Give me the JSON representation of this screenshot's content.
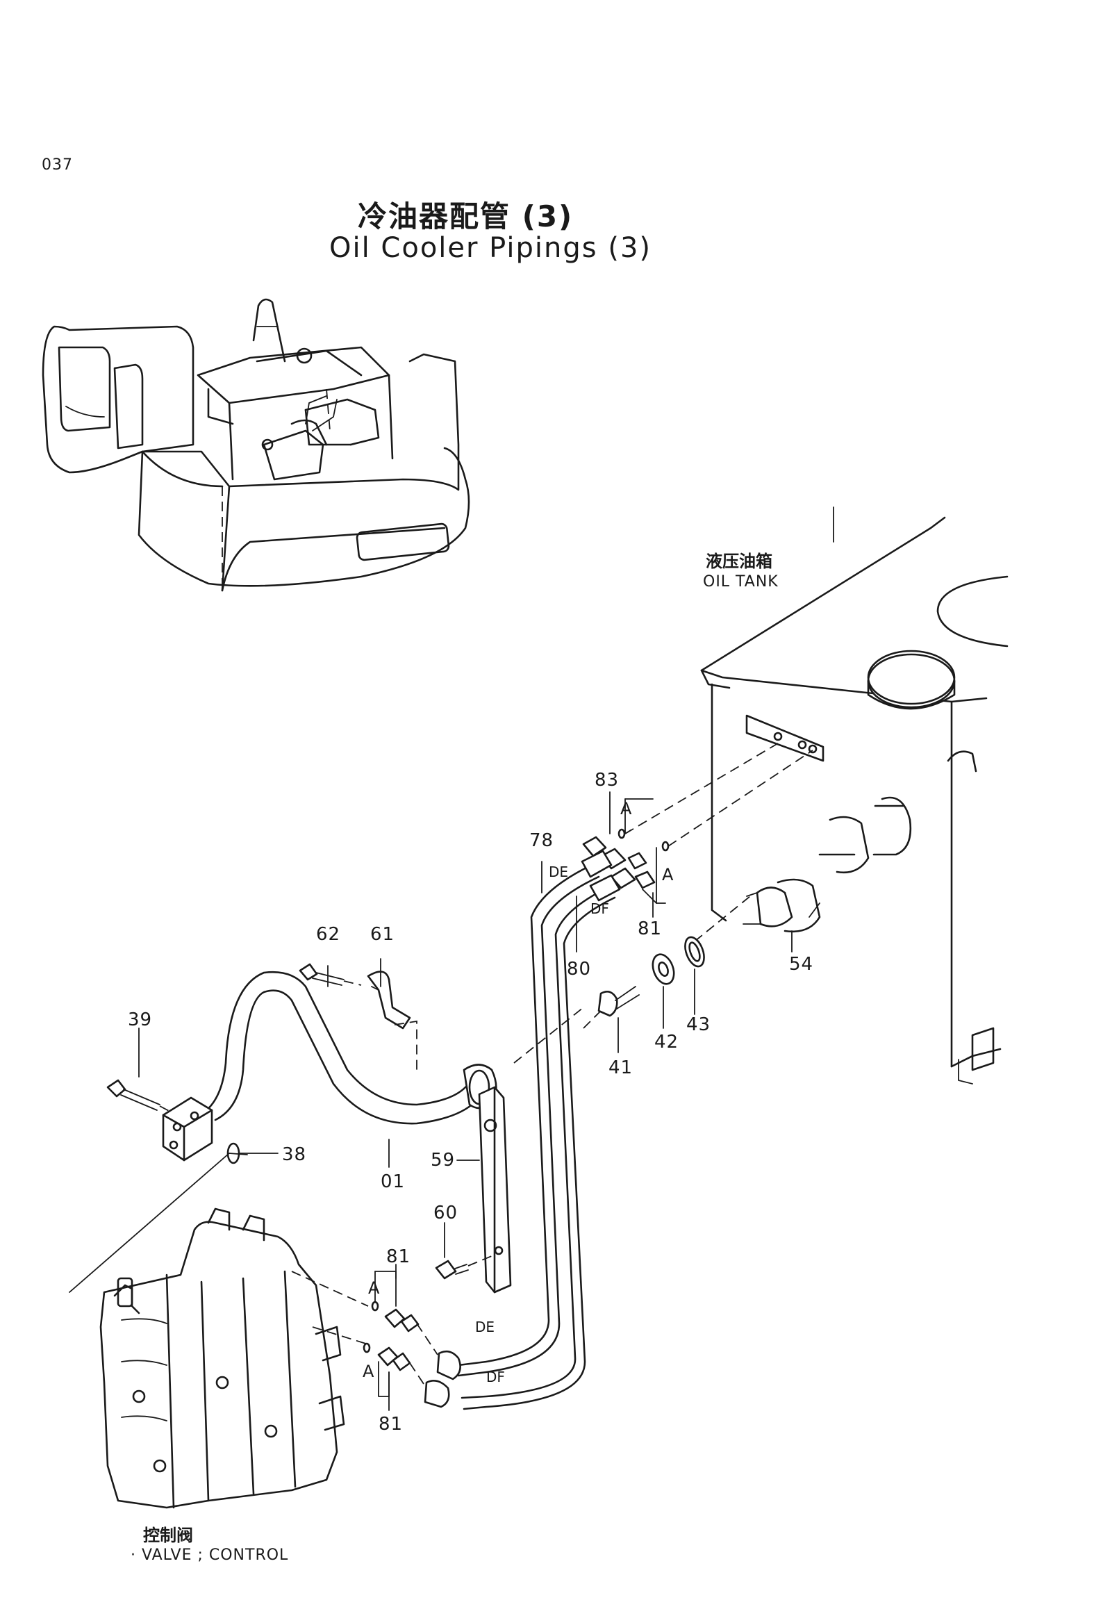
{
  "page": {
    "number": "037",
    "title_cn": "冷油器配管 (3)",
    "title_en": "Oil Cooler Pipings (3)"
  },
  "labels": {
    "oil_tank_cn": "液压油箱",
    "oil_tank_en": "OIL TANK",
    "valve_cn": "控制阀",
    "valve_en": "· VALVE ; CONTROL"
  },
  "ports": {
    "de": "DE",
    "df": "DF",
    "a": "A"
  },
  "parts": [
    {
      "id": "p83",
      "no": "83"
    },
    {
      "id": "p78",
      "no": "78"
    },
    {
      "id": "p81a",
      "no": "81"
    },
    {
      "id": "p80",
      "no": "80"
    },
    {
      "id": "p54",
      "no": "54"
    },
    {
      "id": "p62",
      "no": "62"
    },
    {
      "id": "p61",
      "no": "61"
    },
    {
      "id": "p39",
      "no": "39"
    },
    {
      "id": "p42",
      "no": "42"
    },
    {
      "id": "p43",
      "no": "43"
    },
    {
      "id": "p41",
      "no": "41"
    },
    {
      "id": "p38",
      "no": "38"
    },
    {
      "id": "p01",
      "no": "01"
    },
    {
      "id": "p59",
      "no": "59"
    },
    {
      "id": "p60",
      "no": "60"
    },
    {
      "id": "p81b",
      "no": "81"
    },
    {
      "id": "p81c",
      "no": "81"
    }
  ]
}
